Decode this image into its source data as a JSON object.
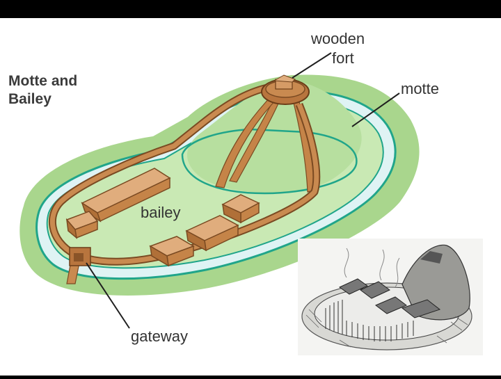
{
  "title_lines": [
    "Motte and",
    "Bailey"
  ],
  "labels": {
    "wooden_fort_line1": "wooden",
    "wooden_fort_line2": "fort",
    "motte": "motte",
    "bailey": "bailey",
    "gateway": "gateway"
  },
  "colors": {
    "outer_land": "#a9d68d",
    "inner_land": "#c9e9b4",
    "motte_mound": "#b7df9f",
    "moat_water": "#dff3f4",
    "moat_edge": "#20a58a",
    "palisade": "#b8753e",
    "palisade_dark": "#7a4a22",
    "buildings": "#d59b66",
    "leader_lines": "#1f1f1f"
  },
  "inset_image": "sketch-of-motte-and-bailey-castle"
}
